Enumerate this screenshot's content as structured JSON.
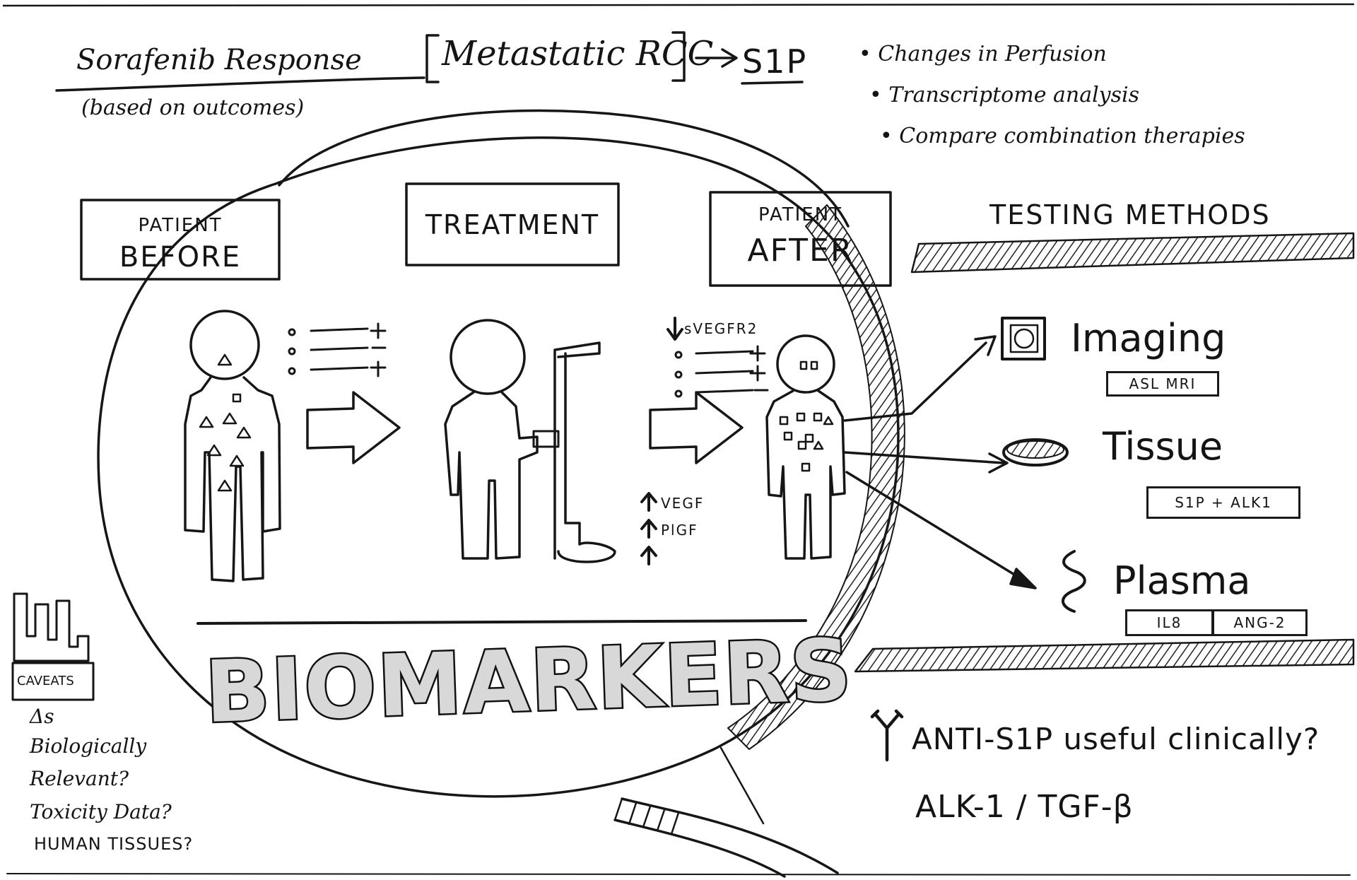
{
  "title": {
    "main": "Sorafenib Response",
    "sub": "(based on outcomes)",
    "bracket": "Metastatic RCC",
    "target": "S1P"
  },
  "goals": [
    "Changes in Perfusion",
    "Transcriptome analysis",
    "Compare combination therapies"
  ],
  "stages": {
    "before": {
      "line1": "PATIENT",
      "line2": "BEFORE"
    },
    "treatment": {
      "line1": "TREATMENT"
    },
    "after": {
      "line1": "PATIENT",
      "line2": "AFTER"
    }
  },
  "markers": {
    "down": "sVEGFR2",
    "up": [
      "VEGF",
      "PlGF"
    ]
  },
  "banner": "BIOMARKERS",
  "testing": {
    "heading": "TESTING METHODS",
    "methods": [
      {
        "name": "Imaging",
        "tags": [
          "ASL MRI"
        ]
      },
      {
        "name": "Tissue",
        "tags": [
          "S1P + ALK1"
        ]
      },
      {
        "name": "Plasma",
        "tags": [
          "IL8",
          "ANG-2"
        ]
      }
    ]
  },
  "caveats": {
    "label": "CAVEATS",
    "lines": [
      "Δs",
      "Biologically",
      "Relevant?",
      "Toxicity Data?",
      "HUMAN TISSUES?"
    ]
  },
  "questions": {
    "q1": "ANTI-S1P useful clinically?",
    "q2": "ALK-1 / TGF-β"
  }
}
